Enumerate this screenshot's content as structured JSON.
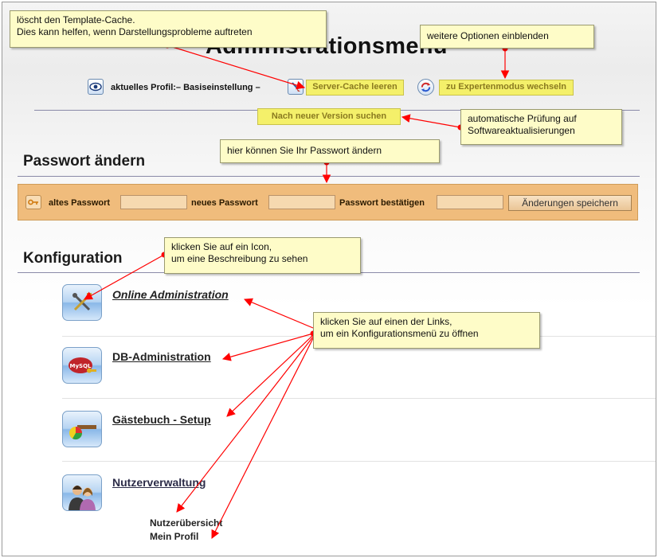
{
  "header": {
    "title": "Administrationsmenu",
    "profile_label": "aktuelles Profil:",
    "profile_value": "– Basiseinstellung –",
    "server_cache_button": "Server-Cache leeren",
    "expert_mode_button": "zu Expertenmodus wechseln",
    "update_check_button": "Nach neuer Version suchen"
  },
  "password": {
    "section_title": "Passwort ändern",
    "old_label": "altes Passwort",
    "new_label": "neues Passwort",
    "confirm_label": "Passwort bestätigen",
    "save_label": "Änderungen speichern",
    "old_value": "",
    "new_value": "",
    "confirm_value": ""
  },
  "config": {
    "section_title": "Konfiguration",
    "items": [
      {
        "label": "Online Administration",
        "icon": "tools-icon"
      },
      {
        "label": "DB-Administration",
        "icon": "mysql-database-icon"
      },
      {
        "label": "Gästebuch - Setup",
        "icon": "guestbook-icon"
      },
      {
        "label": "Nutzerverwaltung",
        "icon": "users-icon"
      }
    ],
    "user_sublinks": [
      "Nutzerübersicht",
      "Mein Profil"
    ]
  },
  "callouts": {
    "template_cache": [
      "löscht den Template-Cache.",
      "Dies kann helfen, wenn Darstellungsprobleme auftreten"
    ],
    "more_options": [
      "weitere Optionen einblenden"
    ],
    "auto_update": [
      "automatische Prüfung auf",
      "Softwareaktualisierungen"
    ],
    "password_change": [
      "hier können Sie Ihr Passwort ändern"
    ],
    "icon_click": [
      "klicken Sie auf ein Icon,",
      "um eine Beschreibung zu sehen"
    ],
    "link_click": [
      "klicken Sie auf einen der Links,",
      "um ein Konfigurationsmenü zu öffnen"
    ]
  },
  "colors": {
    "callout_bg": "#fefcc8",
    "arrow": "#ff0000",
    "yellow_button": "#f4f06a",
    "password_panel": "#f0bc7c"
  }
}
